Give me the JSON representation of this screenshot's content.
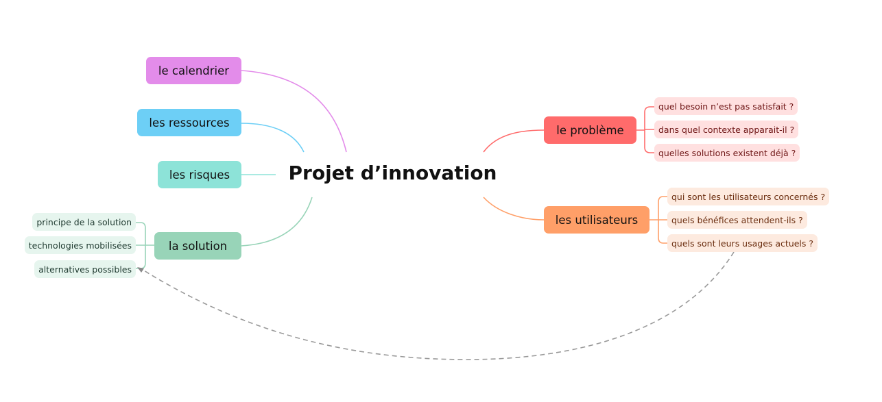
{
  "central": "Projet d’innovation",
  "branches": {
    "calendrier": {
      "label": "le calendrier",
      "color": "#e38cea"
    },
    "ressources": {
      "label": "les ressources",
      "color": "#6dcff6"
    },
    "risques": {
      "label": "les risques",
      "color": "#8de3d8"
    },
    "solution": {
      "label": "la solution",
      "color": "#98d4b8",
      "children": [
        "principe de la solution",
        "technologies mobilisées",
        "alternatives possibles"
      ]
    },
    "probleme": {
      "label": "le problème",
      "color": "#ff6b6b",
      "children": [
        "quel besoin n’est pas satisfait ?",
        "dans quel contexte apparait-il ?",
        "quelles solutions existent déjà ?"
      ]
    },
    "utilisateurs": {
      "label": "les utilisateurs",
      "color": "#ff9f68",
      "children": [
        "qui sont les utilisateurs concernés ?",
        "quels bénéfices attendent-ils ?",
        "quels sont leurs usages actuels ?"
      ]
    }
  }
}
